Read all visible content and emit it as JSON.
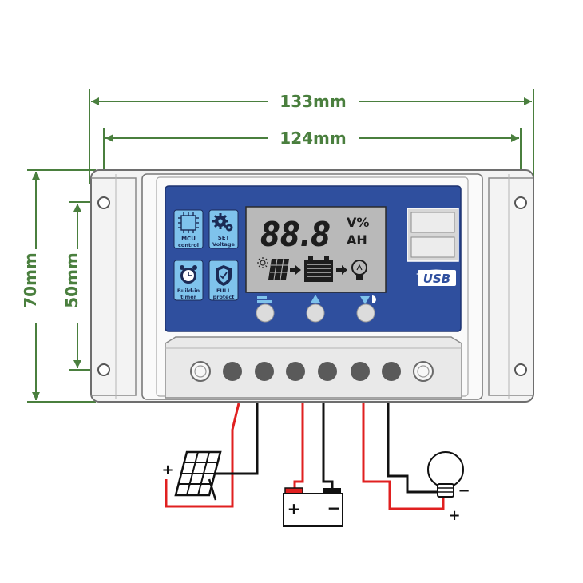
{
  "dimensions": {
    "outer_width": "133mm",
    "hole_spacing_width": "124mm",
    "outer_height": "70mm",
    "hole_spacing_height": "50mm"
  },
  "icons": {
    "mcu": "MCU\ncontrol",
    "set": "SET\nVoltage",
    "timer": "Build-in\ntimer",
    "protect": "FULL\nprotect"
  },
  "lcd": {
    "digits": "88.8",
    "unit_top": "V%",
    "unit_bottom": "AH"
  },
  "usb_label": "USB",
  "wiring": {
    "solar_plus": "+",
    "battery_plus": "+",
    "battery_minus": "−",
    "load_minus": "−",
    "load_plus": "+"
  },
  "colors": {
    "dimension": "#4a7f3e",
    "panel_blue": "#2f4f9e",
    "lcd_gray": "#b9b9b9",
    "positive_wire": "#e02020",
    "negative_wire": "#111111",
    "button": "#5a5a5a"
  }
}
